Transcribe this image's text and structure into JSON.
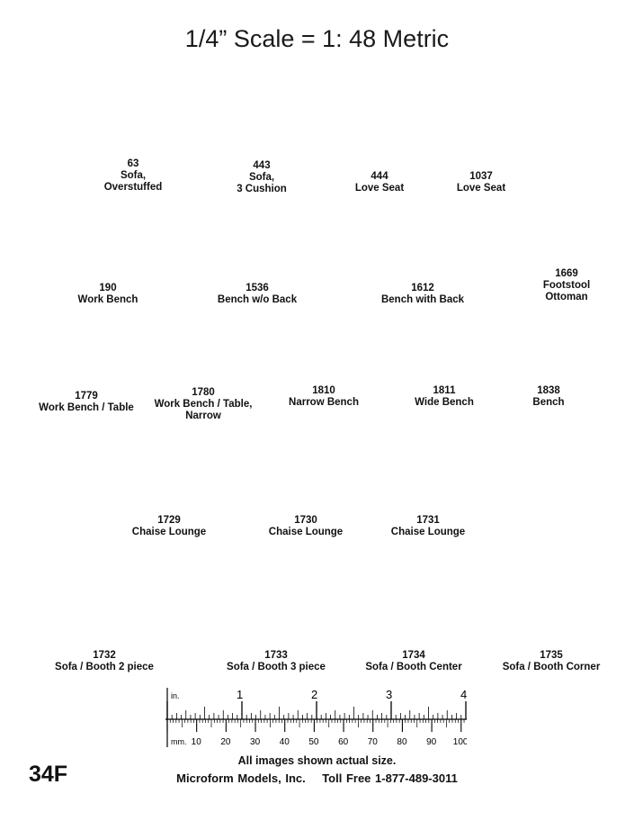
{
  "title": "1/4” Scale = 1: 48 Metric",
  "rows": [
    [
      {
        "number": "63",
        "lines": [
          "Sofa,",
          "Overstuffed"
        ]
      },
      {
        "number": "443",
        "lines": [
          "Sofa,",
          "3 Cushion"
        ]
      },
      {
        "number": "444",
        "lines": [
          "Love Seat"
        ]
      },
      {
        "number": "1037",
        "lines": [
          "Love Seat"
        ]
      }
    ],
    [
      {
        "number": "190",
        "lines": [
          "Work Bench"
        ]
      },
      {
        "number": "1536",
        "lines": [
          "Bench w/o Back"
        ]
      },
      {
        "number": "1612",
        "lines": [
          "Bench with Back"
        ]
      },
      {
        "number": "1669",
        "lines": [
          "Footstool",
          "Ottoman"
        ]
      }
    ],
    [
      {
        "number": "1779",
        "lines": [
          "Work Bench / Table"
        ]
      },
      {
        "number": "1780",
        "lines": [
          "Work Bench / Table,",
          "Narrow"
        ]
      },
      {
        "number": "1810",
        "lines": [
          "Narrow Bench"
        ]
      },
      {
        "number": "1811",
        "lines": [
          "Wide Bench"
        ]
      },
      {
        "number": "1838",
        "lines": [
          "Bench"
        ]
      }
    ],
    [
      {
        "number": "1729",
        "lines": [
          "Chaise Lounge"
        ]
      },
      {
        "number": "1730",
        "lines": [
          "Chaise Lounge"
        ]
      },
      {
        "number": "1731",
        "lines": [
          "Chaise Lounge"
        ]
      }
    ],
    [
      {
        "number": "1732",
        "lines": [
          "Sofa / Booth 2 piece"
        ]
      },
      {
        "number": "1733",
        "lines": [
          "Sofa / Booth 3 piece"
        ]
      },
      {
        "number": "1734",
        "lines": [
          "Sofa / Booth Center"
        ]
      },
      {
        "number": "1735",
        "lines": [
          "Sofa / Booth Corner"
        ]
      }
    ]
  ],
  "ruler": {
    "inch_unit": "in.",
    "inch_labels": [
      "1",
      "2",
      "3",
      "4"
    ],
    "mm_unit": "mm.",
    "mm_labels": [
      "10",
      "20",
      "30",
      "40",
      "50",
      "60",
      "70",
      "80",
      "90",
      "100"
    ]
  },
  "footer": {
    "note": "All images shown actual size.",
    "company": "Microform Models, Inc.",
    "phone": "Toll Free 1-877-489-3011",
    "page": "34F"
  }
}
